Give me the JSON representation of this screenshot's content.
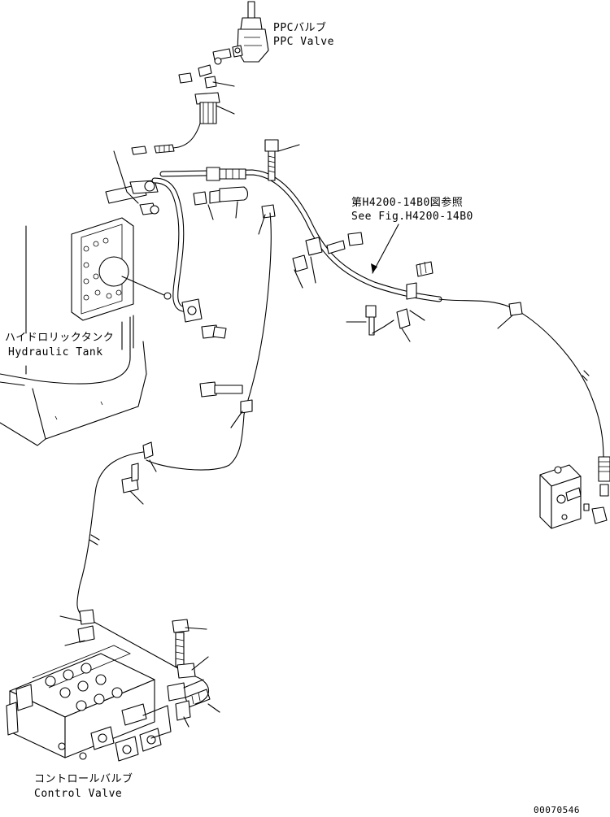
{
  "labels": {
    "ppc_valve_jp": "PPCバルブ",
    "ppc_valve_en": "PPC Valve",
    "see_fig_jp": "第H4200-14B0図参照",
    "see_fig_en": "See Fig.H4200-14B0",
    "hydraulic_tank_jp": "ハイドロリックタンク",
    "hydraulic_tank_en": "Hydraulic Tank",
    "control_valve_jp": "コントロールバルブ",
    "control_valve_en": "Control Valve",
    "drawing_number": "00070546"
  }
}
